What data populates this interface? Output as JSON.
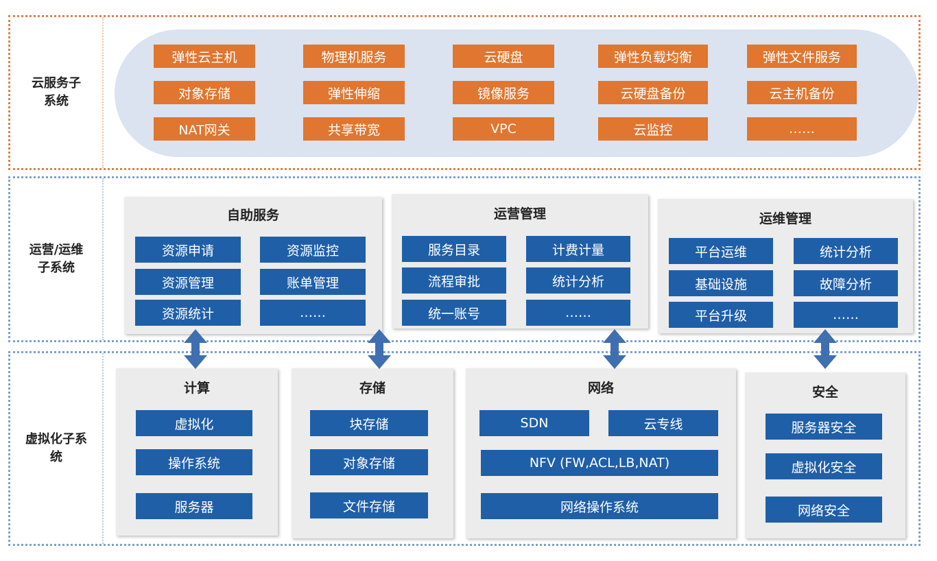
{
  "cloud_service": {
    "label": "云服务子\n系统",
    "items": [
      "弹性云主机",
      "物理机服务",
      "云硬盘",
      "弹性负载均衡",
      "弹性文件服务",
      "对象存储",
      "弹性伸缩",
      "镜像服务",
      "云硬盘备份",
      "云主机备份",
      "NAT网关",
      "共享带宽",
      "VPC",
      "云监控",
      "……"
    ]
  },
  "ops": {
    "label": "运营/运维\n子系统",
    "self_service": {
      "title": "自助服务",
      "items": [
        "资源申请",
        "资源监控",
        "资源管理",
        "账单管理",
        "资源统计",
        "……"
      ]
    },
    "operation": {
      "title": "运营管理",
      "items": [
        "服务目录",
        "计费计量",
        "流程审批",
        "统计分析",
        "统一账号",
        "……"
      ]
    },
    "maintenance": {
      "title": "运维管理",
      "items": [
        "平台运维",
        "统计分析",
        "基础设施",
        "故障分析",
        "平台升级",
        "……"
      ]
    }
  },
  "virt": {
    "label": "虚拟化子系\n统",
    "compute": {
      "title": "计算",
      "items": [
        "虚拟化",
        "操作系统",
        "服务器"
      ]
    },
    "storage": {
      "title": "存储",
      "items": [
        "块存储",
        "对象存储",
        "文件存储"
      ]
    },
    "network": {
      "title": "网络",
      "items": [
        "SDN",
        "云专线",
        "NFV (FW,ACL,LB,NAT)",
        "网络操作系统"
      ]
    },
    "security": {
      "title": "安全",
      "items": [
        "服务器安全",
        "虚拟化安全",
        "网络安全"
      ]
    }
  },
  "colors": {
    "orange": "#e0762f",
    "blue": "#1f5fa8",
    "pill": "#dae3ef",
    "panel": "#ececec",
    "arrow": "#3f6fb0"
  }
}
